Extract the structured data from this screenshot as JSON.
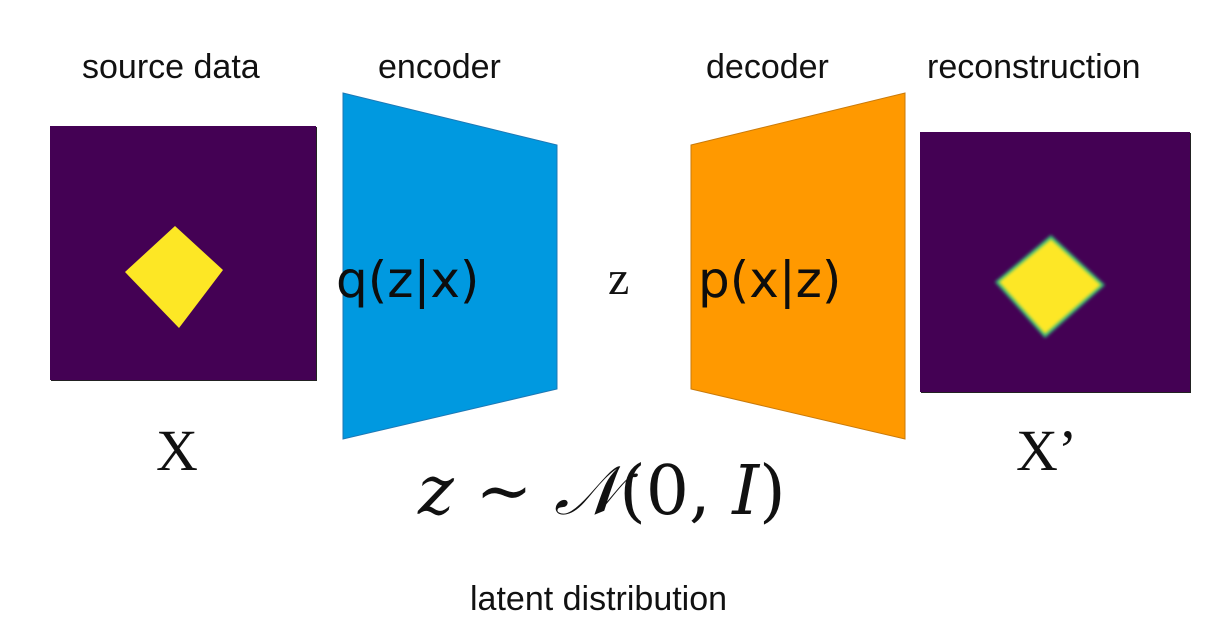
{
  "labels": {
    "source_data": "source data",
    "encoder": "encoder",
    "decoder": "decoder",
    "reconstruction": "reconstruction"
  },
  "encoder_block": {
    "text": "q(z|x)",
    "color": "#0099e0"
  },
  "decoder_block": {
    "text": "p(x|z)",
    "color": "#ff9900"
  },
  "latent_symbol": "z",
  "input_symbol": "X",
  "output_symbol": "X’",
  "prior": {
    "variable": "z",
    "relation": "∼",
    "distribution": "𝒩",
    "args": "(0, ",
    "identity": "I",
    "close": ")"
  },
  "caption": "latent distribution",
  "colors": {
    "image_background": "#440154",
    "image_shape": "#fde725",
    "edge": "#35b779"
  }
}
